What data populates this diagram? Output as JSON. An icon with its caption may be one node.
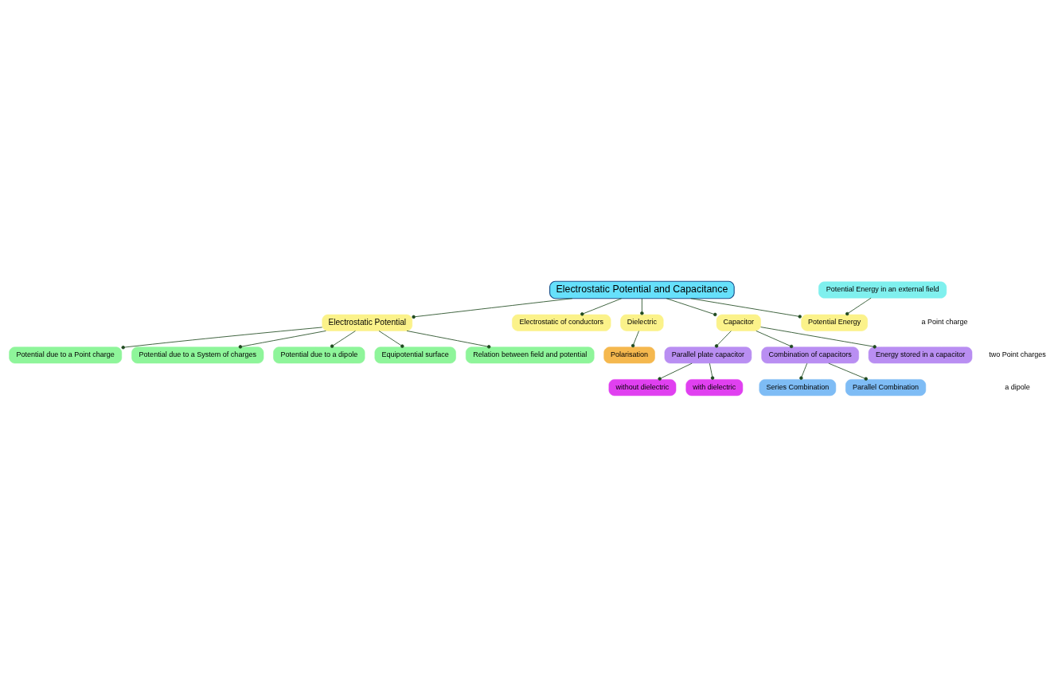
{
  "diagram": {
    "nodes": [
      {
        "text": [
          "Electrostatic Potential and Capacitance"
        ]
      },
      {
        "text": [
          "Electrostatic Potential"
        ]
      },
      {
        "text": [
          "Potential due to a Point charge"
        ]
      },
      {
        "text": [
          "Potential due to a System of charges"
        ]
      },
      {
        "text": [
          "Potential due to a dipole"
        ]
      },
      {
        "text": [
          "Equipotential surface"
        ]
      },
      {
        "text": [
          "Relation between field and potential"
        ]
      },
      {
        "text": [
          "Electrostatic of conductors"
        ]
      },
      {
        "text": [
          "Potential Energy"
        ]
      },
      {
        "text": [
          "Potential Energy in an external field"
        ]
      },
      {
        "text": [
          "Dielectric"
        ]
      },
      {
        "text": [
          "Polarisation"
        ]
      },
      {
        "text": [
          "Capacitor"
        ]
      },
      {
        "text": [
          "Parallel plate capacitor"
        ]
      },
      {
        "text": [
          "Combination of capacitors"
        ]
      },
      {
        "text": [
          "Energy stored in a capacitor"
        ]
      },
      {
        "text": [
          "without dielectric"
        ]
      },
      {
        "text": [
          "with dielectric"
        ]
      },
      {
        "text": [
          "Series Combination"
        ]
      },
      {
        "text": [
          "Parallel Combination"
        ]
      }
    ],
    "edges": [
      {
        "from": 0,
        "to": 1,
        "arrow": "other"
      },
      {
        "from": 1,
        "to": 2,
        "arrow": "other"
      },
      {
        "from": 1,
        "to": 3,
        "arrow": "other"
      },
      {
        "from": 1,
        "to": 4,
        "arrow": "other"
      },
      {
        "from": 1,
        "to": 5,
        "arrow": "other"
      },
      {
        "from": 1,
        "to": 6,
        "arrow": "other"
      },
      {
        "from": 0,
        "to": 7,
        "arrow": "other"
      },
      {
        "from": 0,
        "to": 8,
        "arrow": "other"
      },
      {
        "from": 9,
        "to": 8,
        "arrow": "other"
      },
      {
        "from": 0,
        "to": 10,
        "arrow": "other"
      },
      {
        "from": 10,
        "to": 11,
        "arrow": "other"
      },
      {
        "from": 0,
        "to": 12,
        "arrow": "other"
      },
      {
        "from": 12,
        "to": 13,
        "arrow": "other"
      },
      {
        "from": 12,
        "to": 14,
        "arrow": "other"
      },
      {
        "from": 12,
        "to": 15,
        "arrow": "other"
      },
      {
        "from": 13,
        "to": 16,
        "arrow": "other"
      },
      {
        "from": 13,
        "to": 17,
        "arrow": "other"
      },
      {
        "from": 14,
        "to": 18,
        "arrow": "other"
      },
      {
        "from": 14,
        "to": 19,
        "arrow": "other"
      }
    ],
    "labels": [
      "a Point charge",
      "two Point charges",
      "a dipole"
    ]
  }
}
